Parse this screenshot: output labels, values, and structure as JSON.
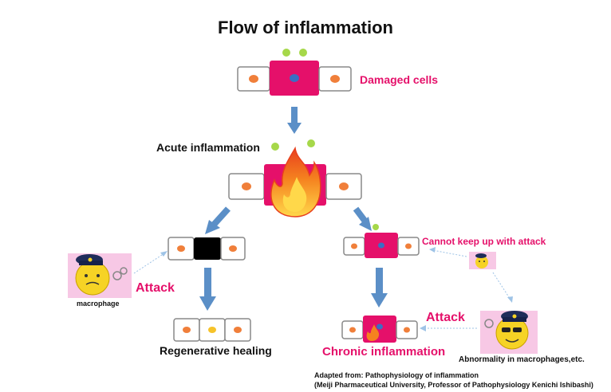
{
  "title": "Flow of inflammation",
  "labels": {
    "damaged_cells": "Damaged cells",
    "acute_inflammation": "Acute inflammation",
    "regenerative_healing": "Regenerative healing",
    "cannot_keep_up": "Cannot keep up with attack",
    "chronic_inflammation": "Chronic inflammation",
    "attack_left": "Attack",
    "attack_right": "Attack",
    "macrophage": "macrophage",
    "abnormality": "Abnormality in macrophages,etc."
  },
  "source": {
    "line1": "Adapted from: Pathophysiology of inflammation",
    "line2": "(Meiji Pharmaceutical University, Professor of Pathophysiology Kenichi Ishibashi)"
  },
  "colors": {
    "pink": "#e5106a",
    "arrow": "#5b8fc7",
    "cell_border": "#888888",
    "nucleus_orange": "#f07f3a",
    "nucleus_blue": "#3a6fc4",
    "black_cell": "#000000",
    "fire_orange": "#f5821f",
    "fire_yellow": "#ffd84a",
    "bubble_green": "#a6d84a",
    "macrophage_face": "#f6d325",
    "macrophage_bg": "#f7c8e5",
    "police_cap": "#1f2d5a"
  }
}
